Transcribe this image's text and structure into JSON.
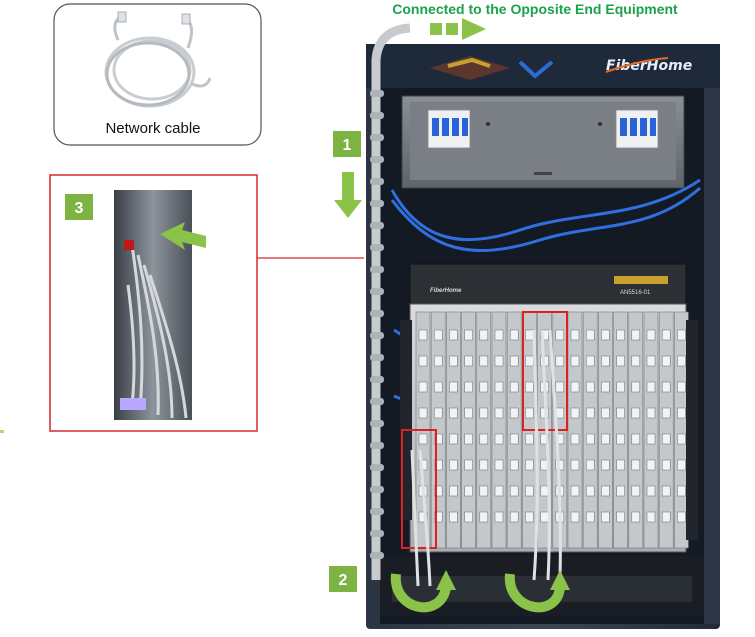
{
  "header": {
    "title": "Connected to the Opposite End Equipment"
  },
  "inset_cable": {
    "caption": "Network cable"
  },
  "steps": [
    {
      "number": "1"
    },
    {
      "number": "2"
    },
    {
      "number": "3"
    }
  ],
  "rack": {
    "brand": "FiberHome",
    "shelf_brand": "FiberHome",
    "shelf_model": "AN5516-01"
  },
  "colors": {
    "accent_green": "#1aa34a",
    "step_badge": "#7cb342",
    "arrow_green": "#8bc34a",
    "highlight_red": "#e02020",
    "rack_dark": "#1e2a3a"
  }
}
